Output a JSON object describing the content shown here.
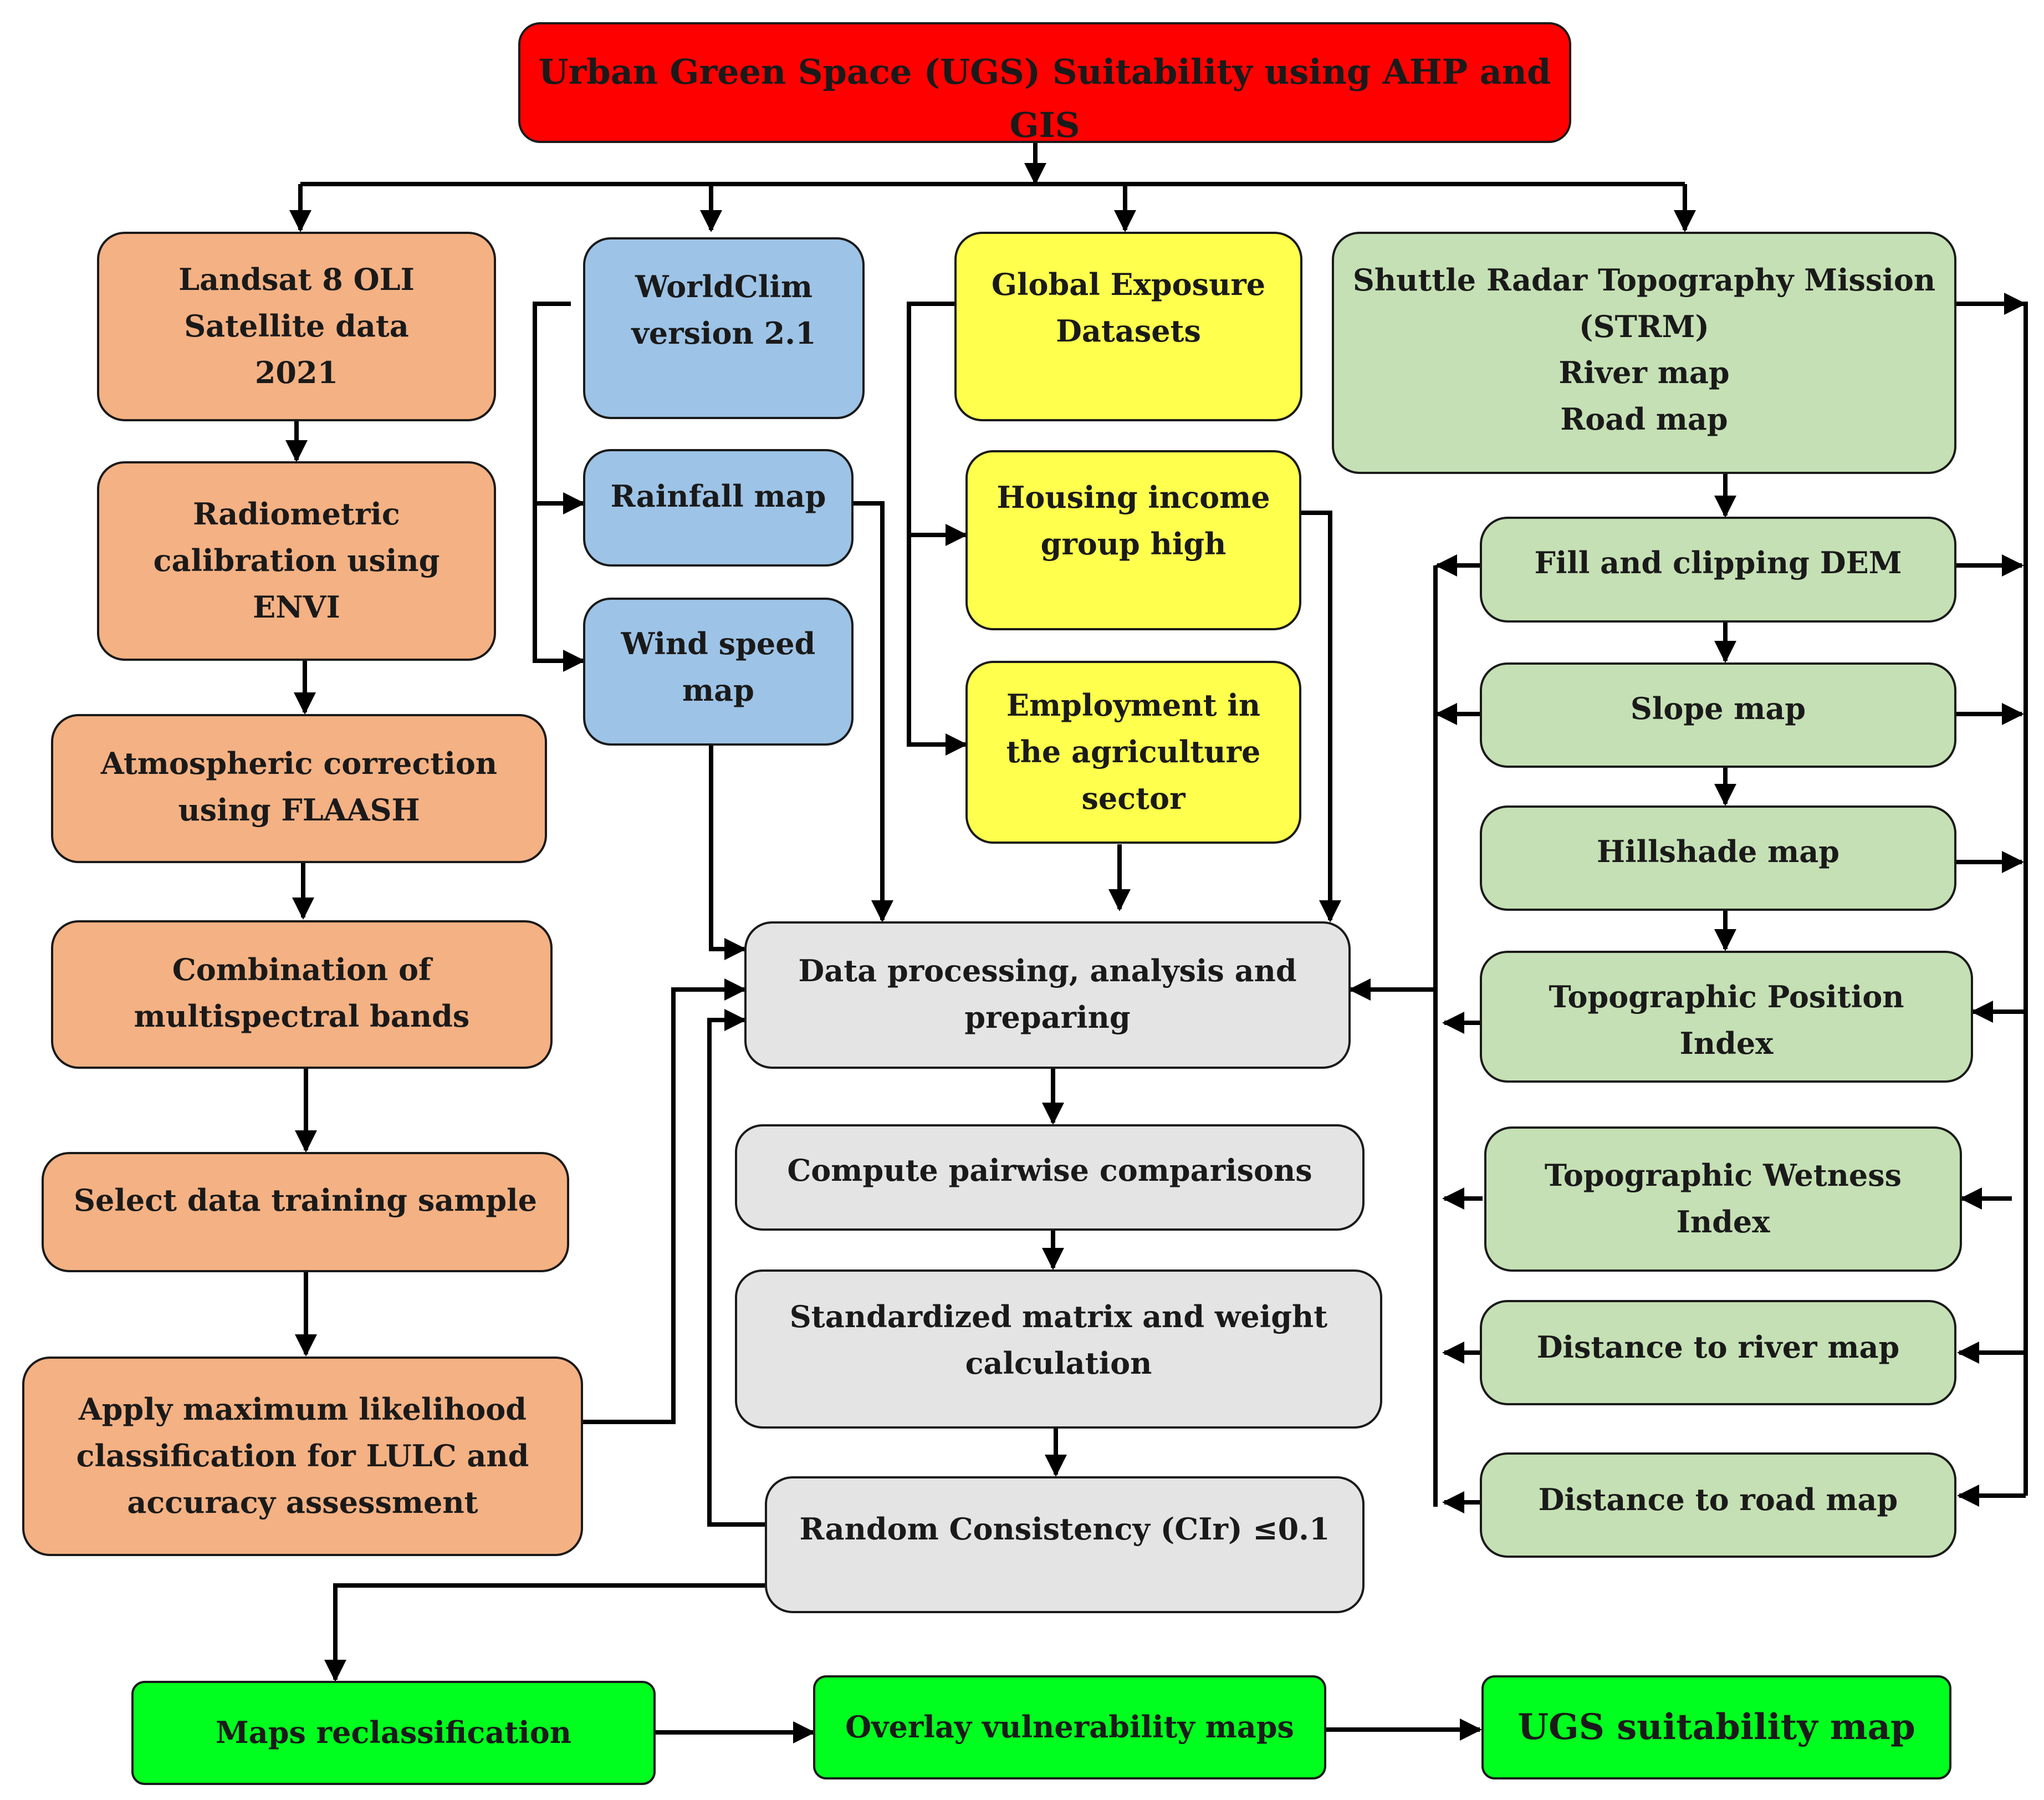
{
  "title": "Urban Green Space (UGS) Suitability using AHP and GIS",
  "landsat": {
    "source": "Landsat 8 OLI\nSatellite data\n2021",
    "steps": [
      "Radiometric\ncalibration using\nENVI",
      "Atmospheric correction\nusing FLAASH",
      "Combination of\nmultispectral bands",
      "Select data training sample",
      "Apply maximum likelihood\nclassification for LULC and\naccuracy assessment"
    ]
  },
  "worldclim": {
    "source": "WorldClim\nversion 2.1",
    "rainfall": "Rainfall map",
    "wind": "Wind speed\nmap"
  },
  "exposure": {
    "source": "Global Exposure\nDatasets",
    "housing": "Housing income\ngroup high",
    "employment": "Employment in\nthe agriculture\nsector"
  },
  "srtm": {
    "source": "Shuttle Radar Topography Mission\n(STRM)\nRiver map\nRoad map",
    "fill": "Fill and clipping DEM",
    "slope": "Slope map",
    "hillshade": "Hillshade map",
    "tpi": "Topographic Position Index",
    "twi": "Topographic Wetness\nIndex",
    "river": "Distance to river map",
    "road": "Distance to road map"
  },
  "process": {
    "data": "Data processing, analysis and\npreparing",
    "pairwise": "Compute pairwise comparisons",
    "matrix": "Standardized matrix and weight\ncalculation",
    "consistency": "Random Consistency (CIr) ≤0.1"
  },
  "outputs": {
    "reclass": "Maps reclassification",
    "overlay": "Overlay vulnerability maps",
    "final": "UGS suitability map"
  },
  "colors": {
    "title": "#ff0000",
    "landsat": "#f4b183",
    "climate": "#9dc3e6",
    "exposure": "#ffff4d",
    "terrain": "#c5e0b4",
    "process": "#e4e4e4",
    "output": "#00ff1e"
  }
}
